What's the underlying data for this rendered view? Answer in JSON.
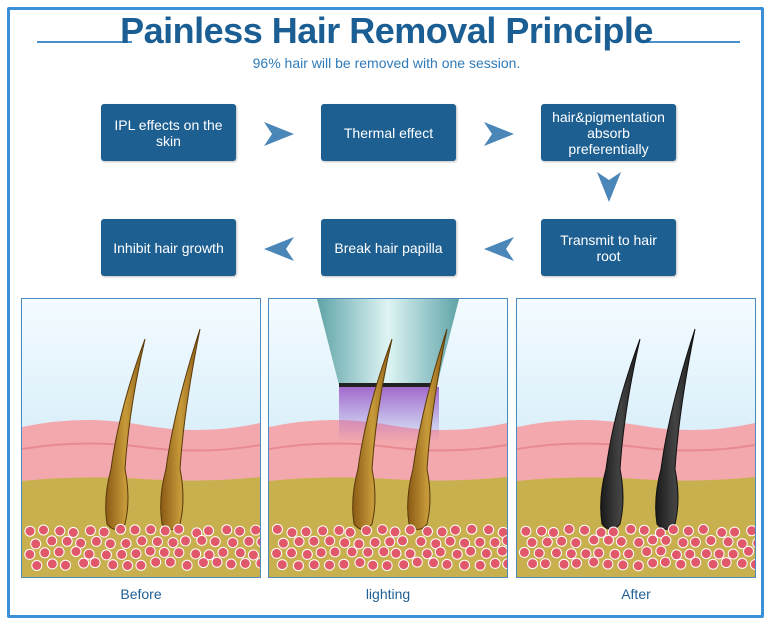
{
  "header": {
    "title": "Painless Hair Removal Principle",
    "subtitle": "96% hair will be removed with one session."
  },
  "steps": [
    {
      "label": "IPL effects on the skin"
    },
    {
      "label": "Thermal effect"
    },
    {
      "label": "hair&pigmentation absorb preferentially"
    },
    {
      "label": "Transmit to hair root"
    },
    {
      "label": "Break hair papilla"
    },
    {
      "label": "Inhibit hair growth"
    }
  ],
  "panels": [
    {
      "caption": "Before",
      "hair_color": "#8a5a14"
    },
    {
      "caption": "lighting",
      "hair_color": "#8a5a14"
    },
    {
      "caption": "After",
      "hair_color": "#1a1a1a"
    }
  ],
  "colors": {
    "accent": "#1d5f91",
    "arrow": "#4a86b8",
    "skin_top": "#f3a8ad",
    "dermis": "#c9b04e",
    "light": "#9a5cc8"
  }
}
